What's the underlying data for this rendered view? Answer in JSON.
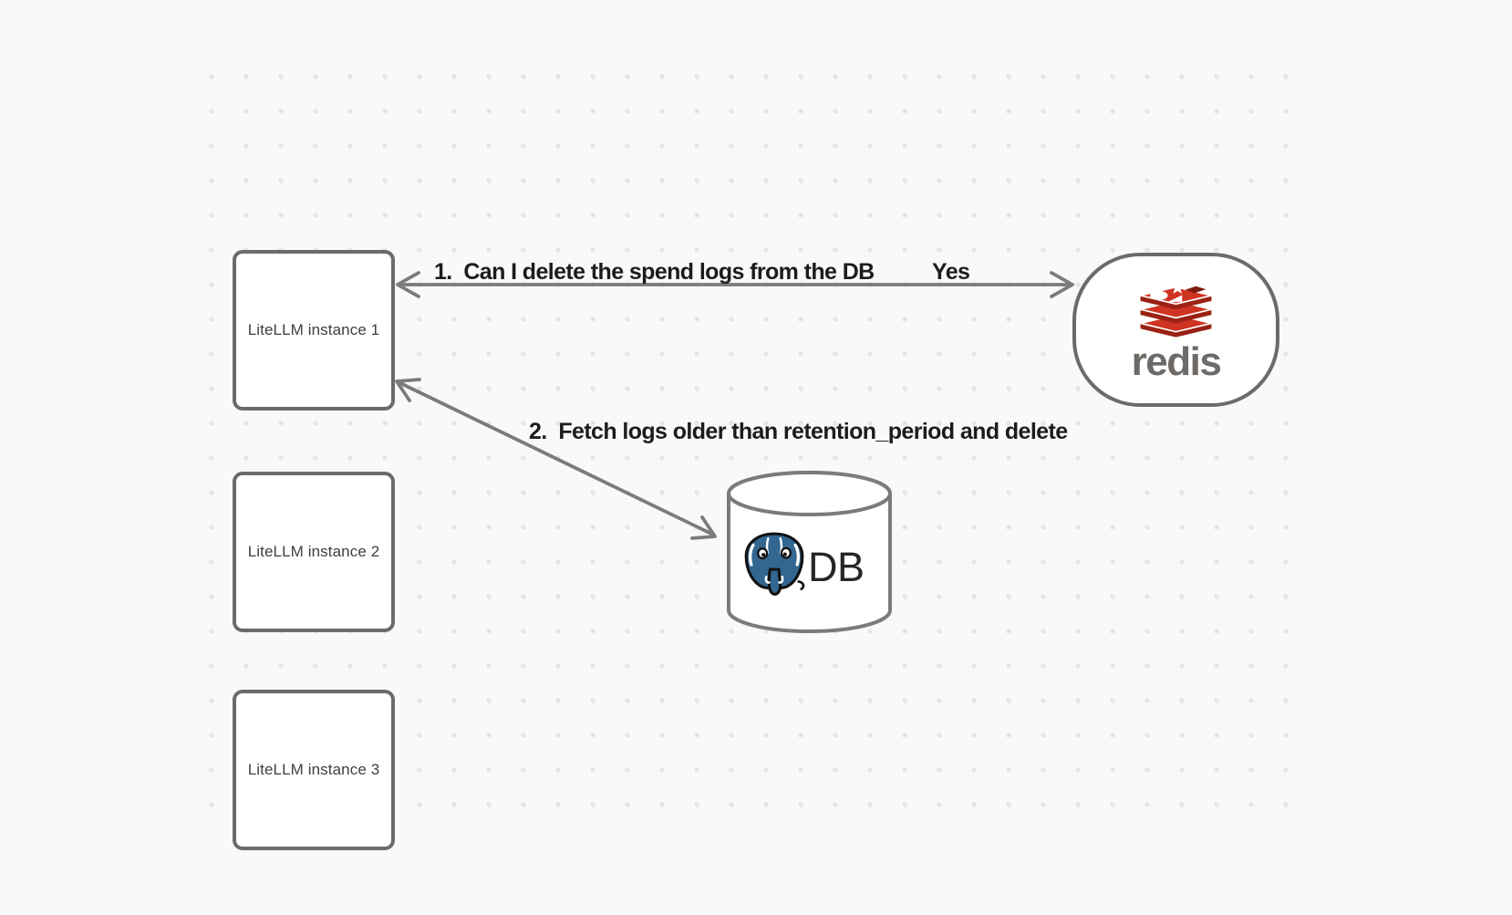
{
  "diagram": {
    "instances": [
      {
        "label": "LiteLLM instance 1"
      },
      {
        "label": "LiteLLM instance 2"
      },
      {
        "label": "LiteLLM instance 3"
      }
    ],
    "redis_node": {
      "wordmark": "redis"
    },
    "db_node": {
      "label": "DB"
    },
    "flows": [
      {
        "label": "1.  Can I delete the spend logs from the DB",
        "response": "Yes"
      },
      {
        "label": "2.  Fetch logs older than retention_period and delete"
      }
    ],
    "icons": {
      "redis": "redis-stack-logo",
      "db": "postgresql-elephant-logo"
    }
  },
  "colors": {
    "background": "#f9f9f9",
    "dot": "#e6e6e6",
    "shape_border": "#6b6b6b",
    "arrow": "#7b7b7b",
    "annotation_text": "#1c1c1c",
    "redis_red": "#cf3322",
    "redis_dark_red": "#9a2114",
    "redis_wordmark_gray": "#6e6a67",
    "postgres_blue": "#336791"
  }
}
